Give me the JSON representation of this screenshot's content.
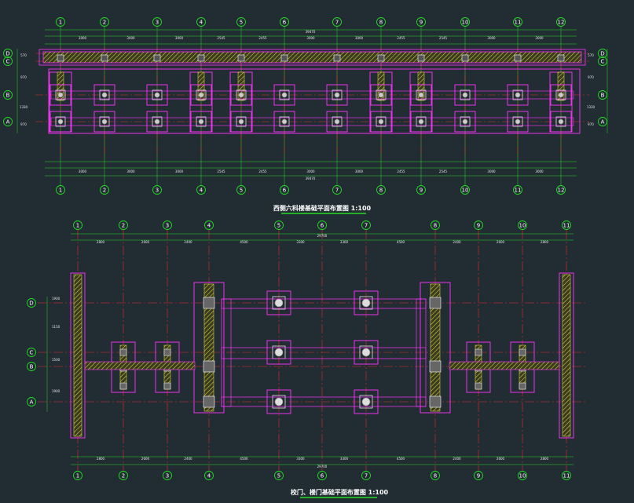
{
  "plan_top": {
    "title": "西侧六科楼基础平面布置图 1:100",
    "col_axes": [
      "1",
      "2",
      "3",
      "4",
      "5",
      "6",
      "7",
      "8",
      "9",
      "10",
      "11",
      "12"
    ],
    "row_axes": [
      "D",
      "C",
      "B",
      "A"
    ],
    "overall_dim": "39470",
    "span_dims": [
      "3000",
      "3000",
      "3000",
      "2545",
      "2455",
      "3000",
      "3000",
      "2455",
      "2545",
      "3000",
      "3000",
      "3000"
    ],
    "side_dims": [
      "570",
      "970",
      "1330",
      "970"
    ]
  },
  "plan_bottom": {
    "title": "校门、楼门基础平面布置图 1:100",
    "col_axes": [
      "1",
      "2",
      "3",
      "4",
      "5",
      "6",
      "7",
      "8",
      "9",
      "10",
      "11"
    ],
    "row_axes": [
      "D",
      "C",
      "B",
      "A"
    ],
    "overall_dim": "29700",
    "span_dims": [
      "2800",
      "2600",
      "2400",
      "4500",
      "3300",
      "3300",
      "4500",
      "2400",
      "2600",
      "2800"
    ],
    "side_dims": [
      "1900",
      "1150",
      "1500",
      "1900"
    ]
  },
  "colors": {
    "background": "#212c33",
    "grid_line": "#e23030",
    "footing": "#ff33ff",
    "dimension": "#22dd22",
    "column": "#d0d040",
    "pile": "#ffffff"
  }
}
